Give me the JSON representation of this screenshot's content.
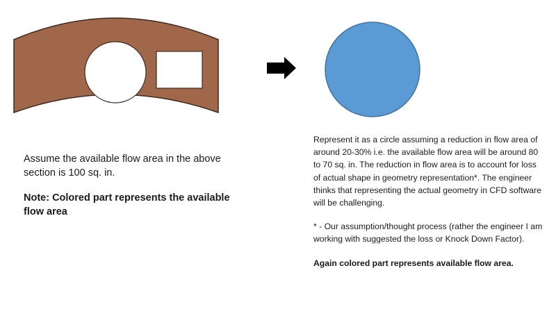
{
  "left": {
    "assumption": "Assume the available flow area in the above section is 100 sq. in.",
    "note": "Note: Colored part represents the available flow area"
  },
  "right": {
    "represent": "Represent it as a circle assuming a reduction in flow area of around 20-30% i.e. the available flow area will be around 80 to 70 sq. in. The reduction in flow area is to account for loss of actual shape in geometry representation*.  The engineer thinks that representing the actual geometry in CFD software will be challenging.",
    "footnote": "* - Our assumption/thought process (rather the engineer I am working with suggested the loss or Knock Down Factor).",
    "again": "Again colored part represents available flow area."
  },
  "colors": {
    "section_fill": "#a0674a",
    "section_stroke": "#3c2a20",
    "circle_fill": "#5b9bd5",
    "circle_stroke": "#41719c",
    "arrow": "#000000"
  }
}
